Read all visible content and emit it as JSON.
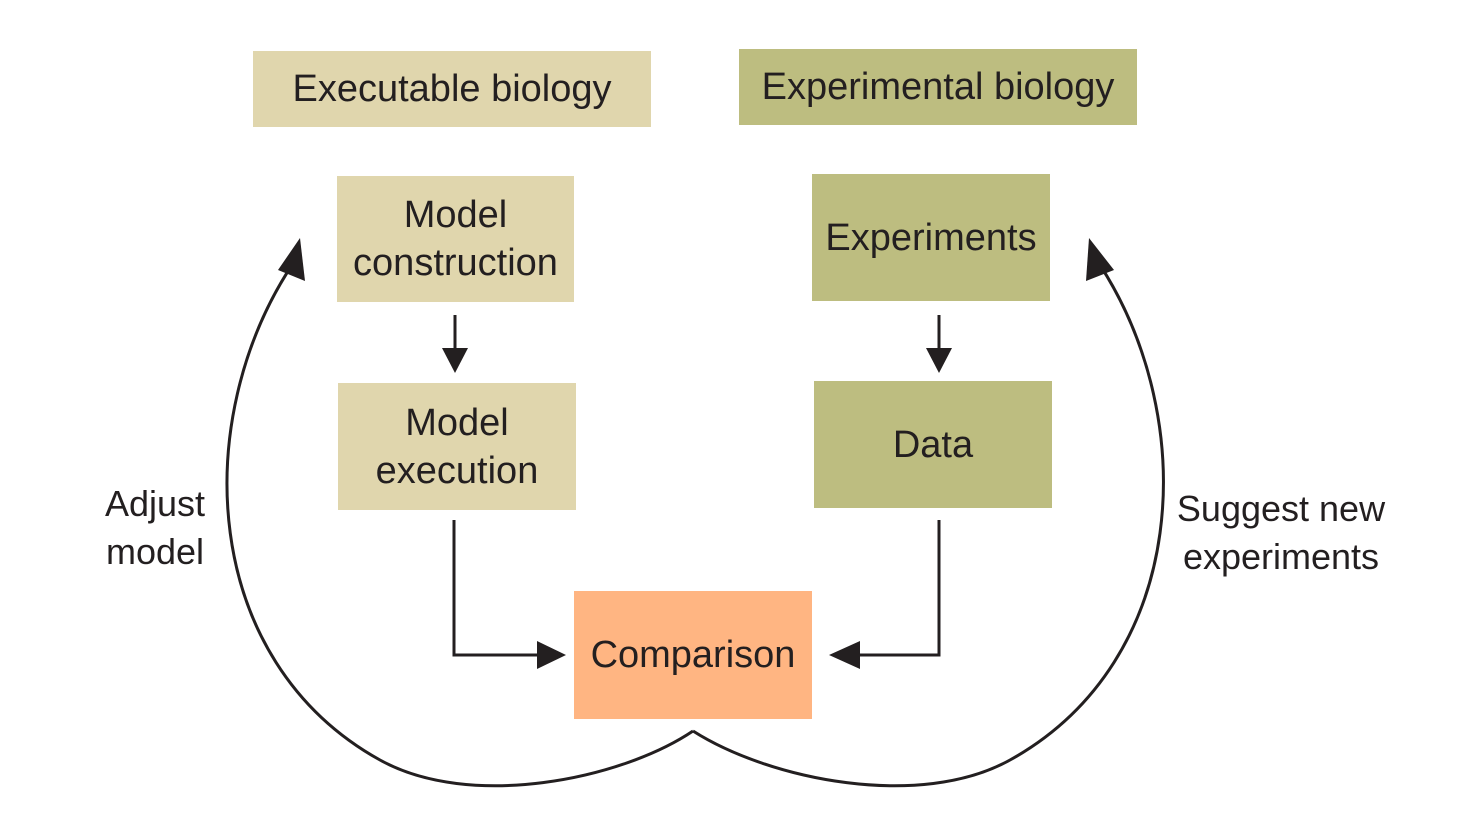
{
  "headers": {
    "executable": "Executable biology",
    "experimental": "Experimental biology"
  },
  "nodes": {
    "model_construction": [
      "Model",
      "construction"
    ],
    "model_execution": [
      "Model",
      "execution"
    ],
    "experiments": "Experiments",
    "data": "Data",
    "comparison": "Comparison"
  },
  "loop_labels": {
    "adjust_model": [
      "Adjust",
      "model"
    ],
    "suggest_new_experiments": [
      "Suggest new",
      "experiments"
    ]
  },
  "colors": {
    "executable_fill": "#e0d6ad",
    "experimental_fill": "#bdbd80",
    "comparison_fill": "#ffb582",
    "arrow": "#231f20"
  }
}
